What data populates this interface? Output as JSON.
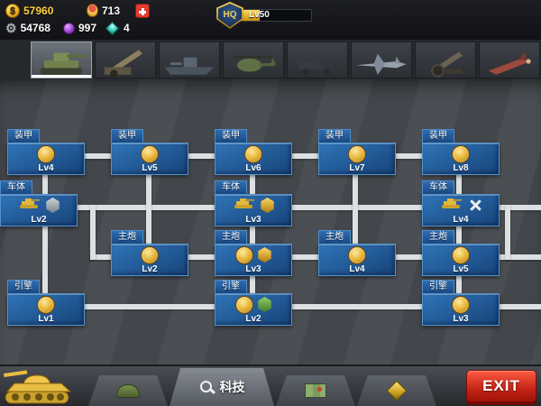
{
  "topbar": {
    "coin_symbol": "$",
    "coin_value": "57960",
    "medal_value": "713",
    "gear_value": "54768",
    "orb_value": "997",
    "gem_value": "4",
    "hq_label": "HQ",
    "hq_level": "Lv50"
  },
  "icons": {
    "gear_glyph": "⚙"
  },
  "unit_strip": {
    "selected_index": 0,
    "tabs": [
      "tank",
      "howitzer",
      "warship",
      "helicopter",
      "truck",
      "fighter-jet",
      "artillery",
      "missile"
    ]
  },
  "tech": {
    "nodes": [
      {
        "label": "装甲",
        "level": "Lv4"
      },
      {
        "label": "装甲",
        "level": "Lv5"
      },
      {
        "label": "装甲",
        "level": "Lv6"
      },
      {
        "label": "装甲",
        "level": "Lv7"
      },
      {
        "label": "装甲",
        "level": "Lv8"
      },
      {
        "label": "车体",
        "level": "Lv2"
      },
      {
        "label": "车体",
        "level": "Lv3"
      },
      {
        "label": "车体",
        "level": "Lv4"
      },
      {
        "label": "主炮",
        "level": "Lv2"
      },
      {
        "label": "主炮",
        "level": "Lv3"
      },
      {
        "label": "主炮",
        "level": "Lv4"
      },
      {
        "label": "主炮",
        "level": "Lv5"
      },
      {
        "label": "引擎",
        "level": "Lv1"
      },
      {
        "label": "引擎",
        "level": "Lv2"
      },
      {
        "label": "引擎",
        "level": "Lv3"
      }
    ]
  },
  "bottombar": {
    "tech_tab_label": "科技",
    "exit_label": "EXIT"
  },
  "colors": {
    "node_blue": "#2a6cb0",
    "accent_gold": "#e8b93a",
    "exit_red": "#cf2a1b",
    "line_gray": "#dde0e2"
  }
}
